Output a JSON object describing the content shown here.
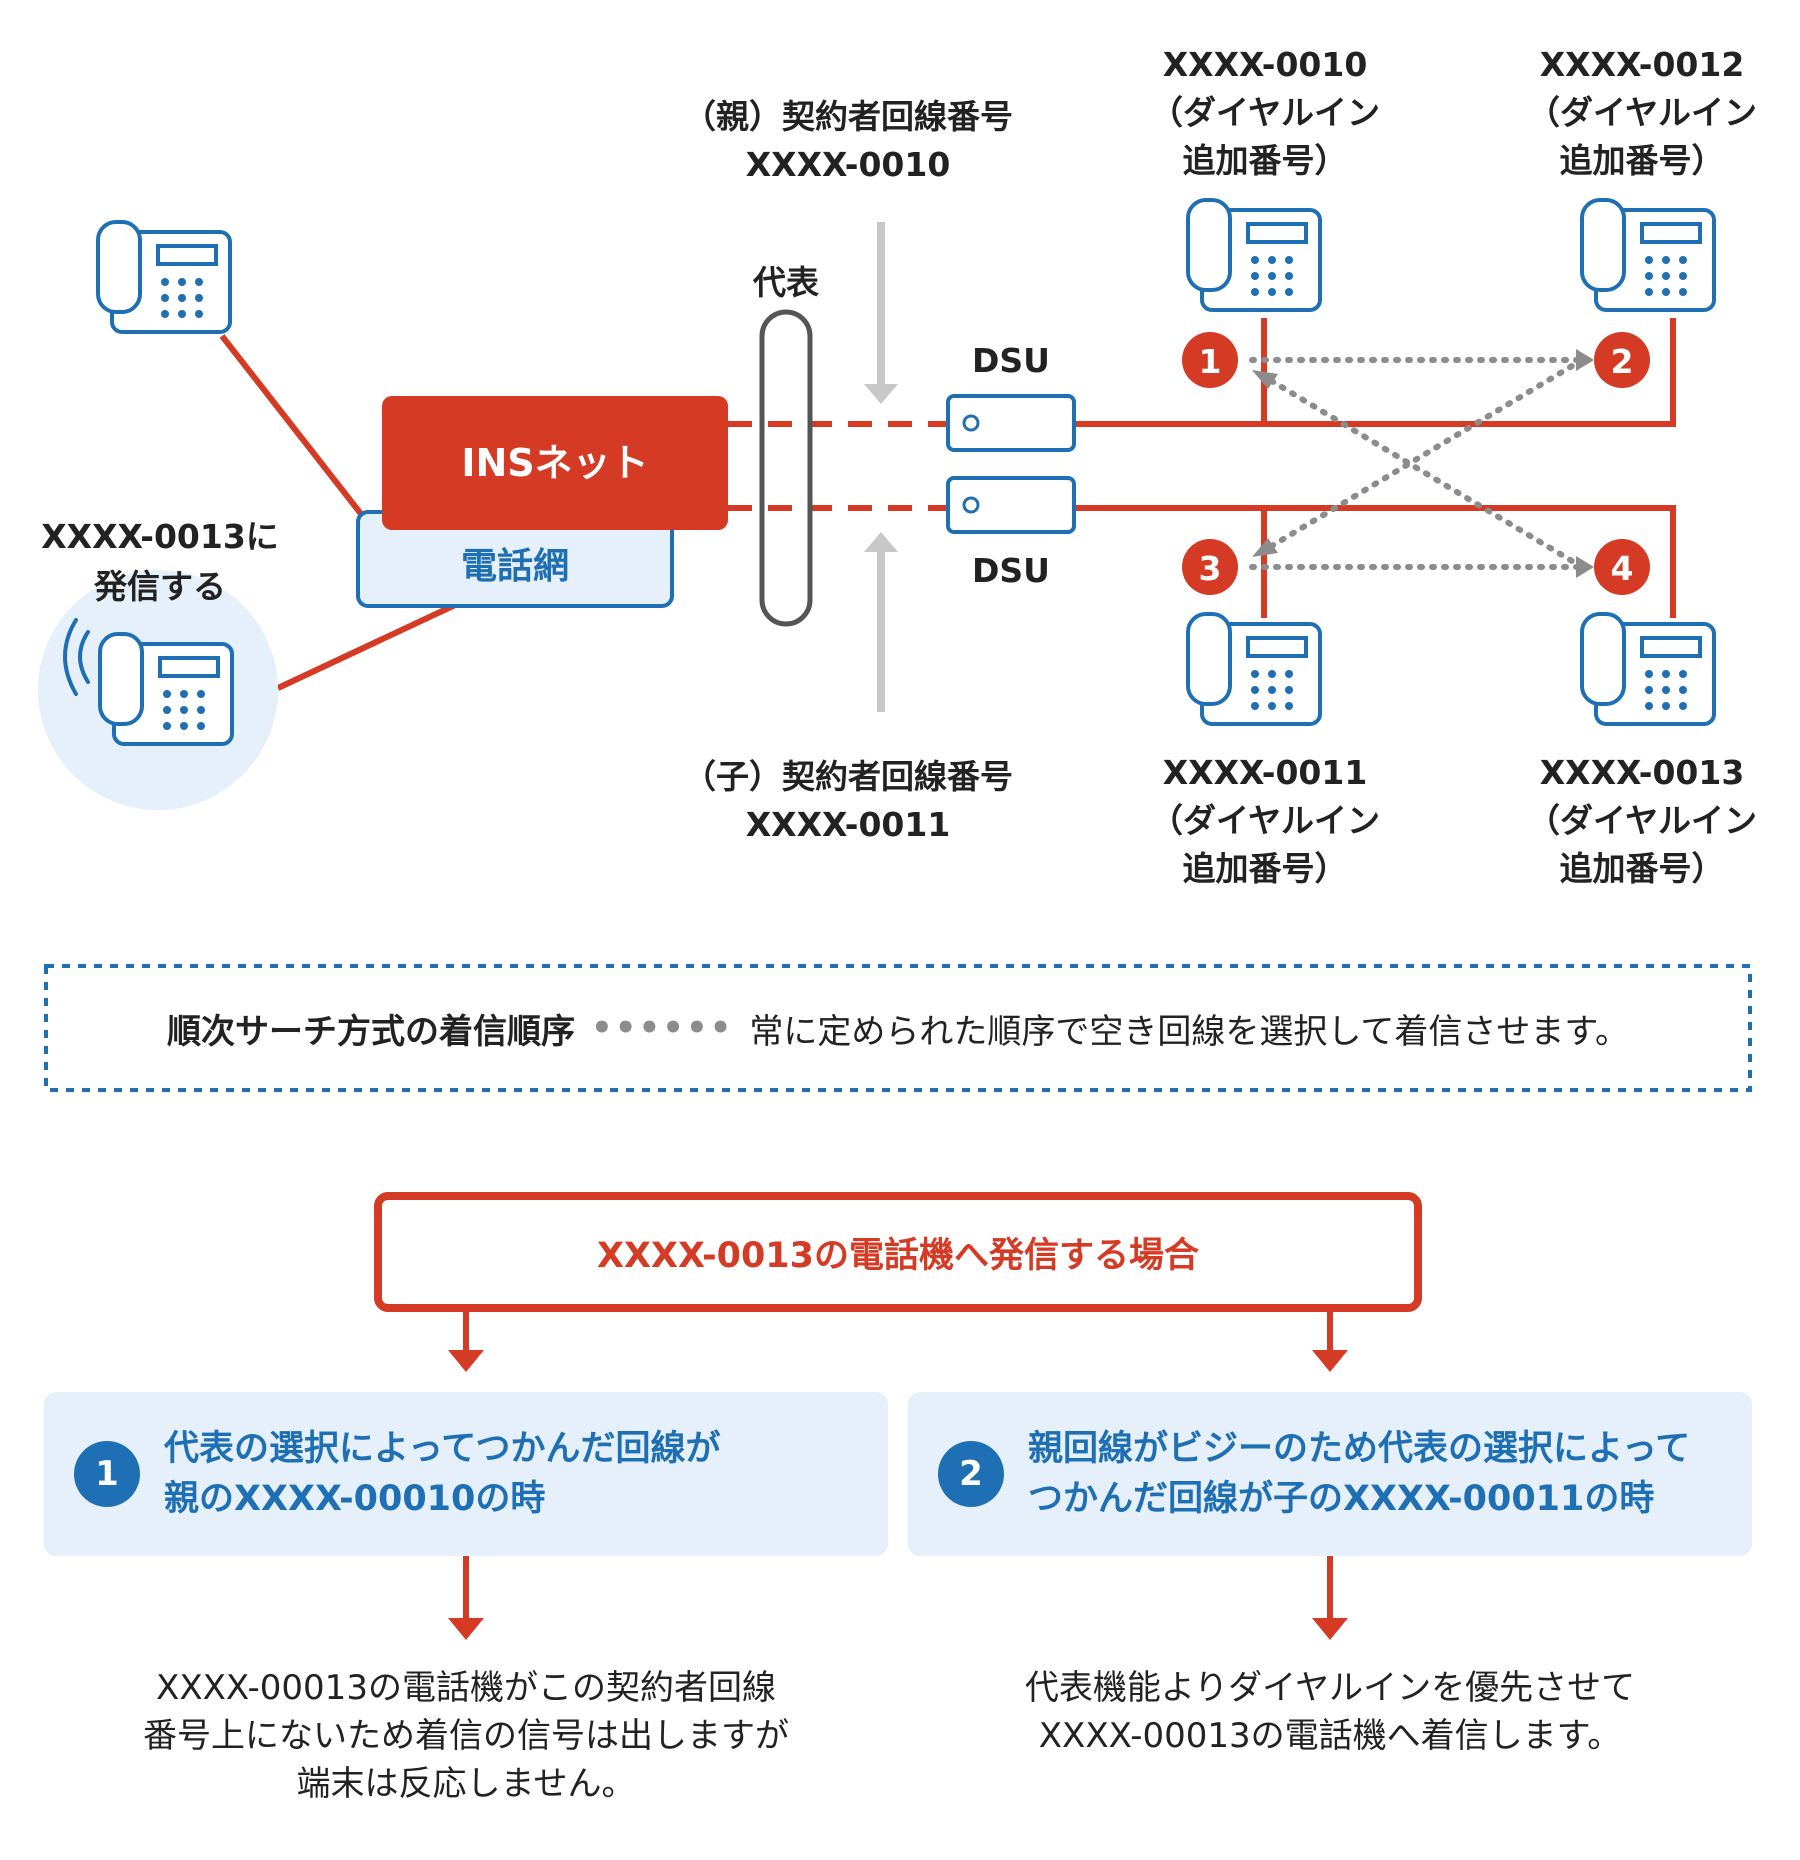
{
  "network": {
    "ins_label": "INSネット",
    "telnet_label": "電話網",
    "daihyo_label": "代表",
    "dsu_top": "DSU",
    "dsu_bottom": "DSU"
  },
  "caller": {
    "line1": "XXXX-0013に",
    "line2": "発信する"
  },
  "parent_line": {
    "line1": "（親）契約者回線番号",
    "line2": "XXXX-0010"
  },
  "child_line": {
    "line1": "（子）契約者回線番号",
    "line2": "XXXX-0011"
  },
  "phones": [
    {
      "badge": "1",
      "number": "XXXX-0010",
      "line2": "（ダイヤルイン",
      "line3": "追加番号）"
    },
    {
      "badge": "2",
      "number": "XXXX-0012",
      "line2": "（ダイヤルイン",
      "line3": "追加番号）"
    },
    {
      "badge": "3",
      "number": "XXXX-0011",
      "line2": "（ダイヤルイン",
      "line3": "追加番号）"
    },
    {
      "badge": "4",
      "number": "XXXX-0013",
      "line2": "（ダイヤルイン",
      "line3": "追加番号）"
    }
  ],
  "note": {
    "term": "順次サーチ方式の着信順序",
    "dots": "••••••",
    "description": "常に定められた順序で空き回線を選択して着信させます。"
  },
  "flow": {
    "case_title": "XXXX-0013の電話機へ発信する場合",
    "conditions": [
      {
        "badge": "1",
        "line1": "代表の選択によってつかんだ回線が",
        "line2": "親のXXXX-00010の時"
      },
      {
        "badge": "2",
        "line1": "親回線がビジーのため代表の選択によって",
        "line2": "つかんだ回線が子のXXXX-00011の時"
      }
    ],
    "results": [
      {
        "line1": "XXXX-00013の電話機がこの契約者回線",
        "line2": "番号上にないため着信の信号は出しますが",
        "line3": "端末は反応しません。"
      },
      {
        "line1": "代表機能よりダイヤルインを優先させて",
        "line2": "XXXX-00013の電話機へ着信します。"
      }
    ]
  },
  "colors": {
    "red": "#d53a24",
    "blue": "#1f6fb4",
    "light_blue": "#e6f0fa",
    "gray": "#8c8c8c"
  }
}
